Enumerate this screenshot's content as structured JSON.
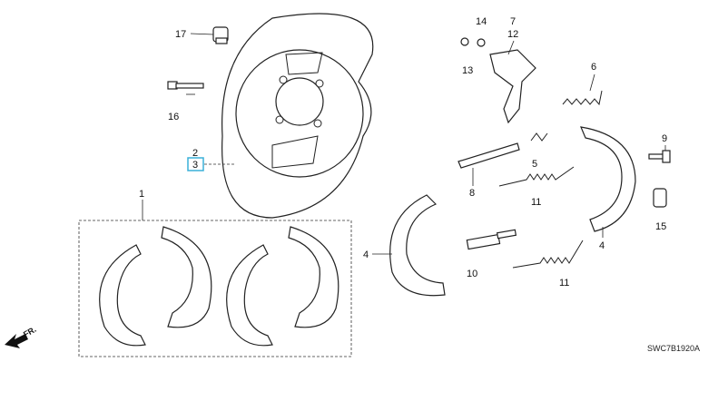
{
  "diagram": {
    "code": "SWC7B1920A",
    "front_label": "FR.",
    "highlight_color": "#3ab0d8",
    "callouts": {
      "p17": "17",
      "p16": "16",
      "p2": "2",
      "p3": "3",
      "p1": "1",
      "p4a": "4",
      "p4b": "4",
      "p14": "14",
      "p7": "7",
      "p12": "12",
      "p13": "13",
      "p6": "6",
      "p5": "5",
      "p8": "8",
      "p11a": "11",
      "p11b": "11",
      "p9": "9",
      "p15": "15",
      "p10": "10"
    }
  }
}
